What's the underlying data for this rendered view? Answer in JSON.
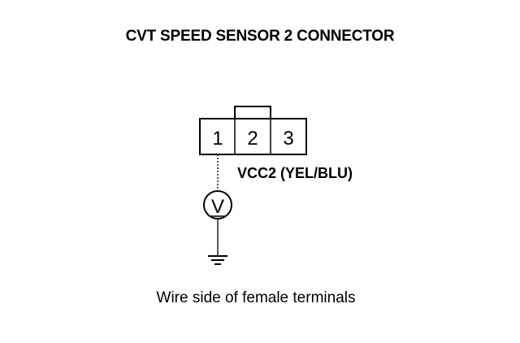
{
  "title": "CVT SPEED SENSOR 2 CONNECTOR",
  "connector": {
    "pins": [
      "1",
      "2",
      "3"
    ]
  },
  "wire_label": "VCC2 (YEL/BLU)",
  "meter_symbol": "V",
  "caption": "Wire side of female terminals",
  "colors": {
    "ink": "#000000",
    "background": "#ffffff"
  }
}
